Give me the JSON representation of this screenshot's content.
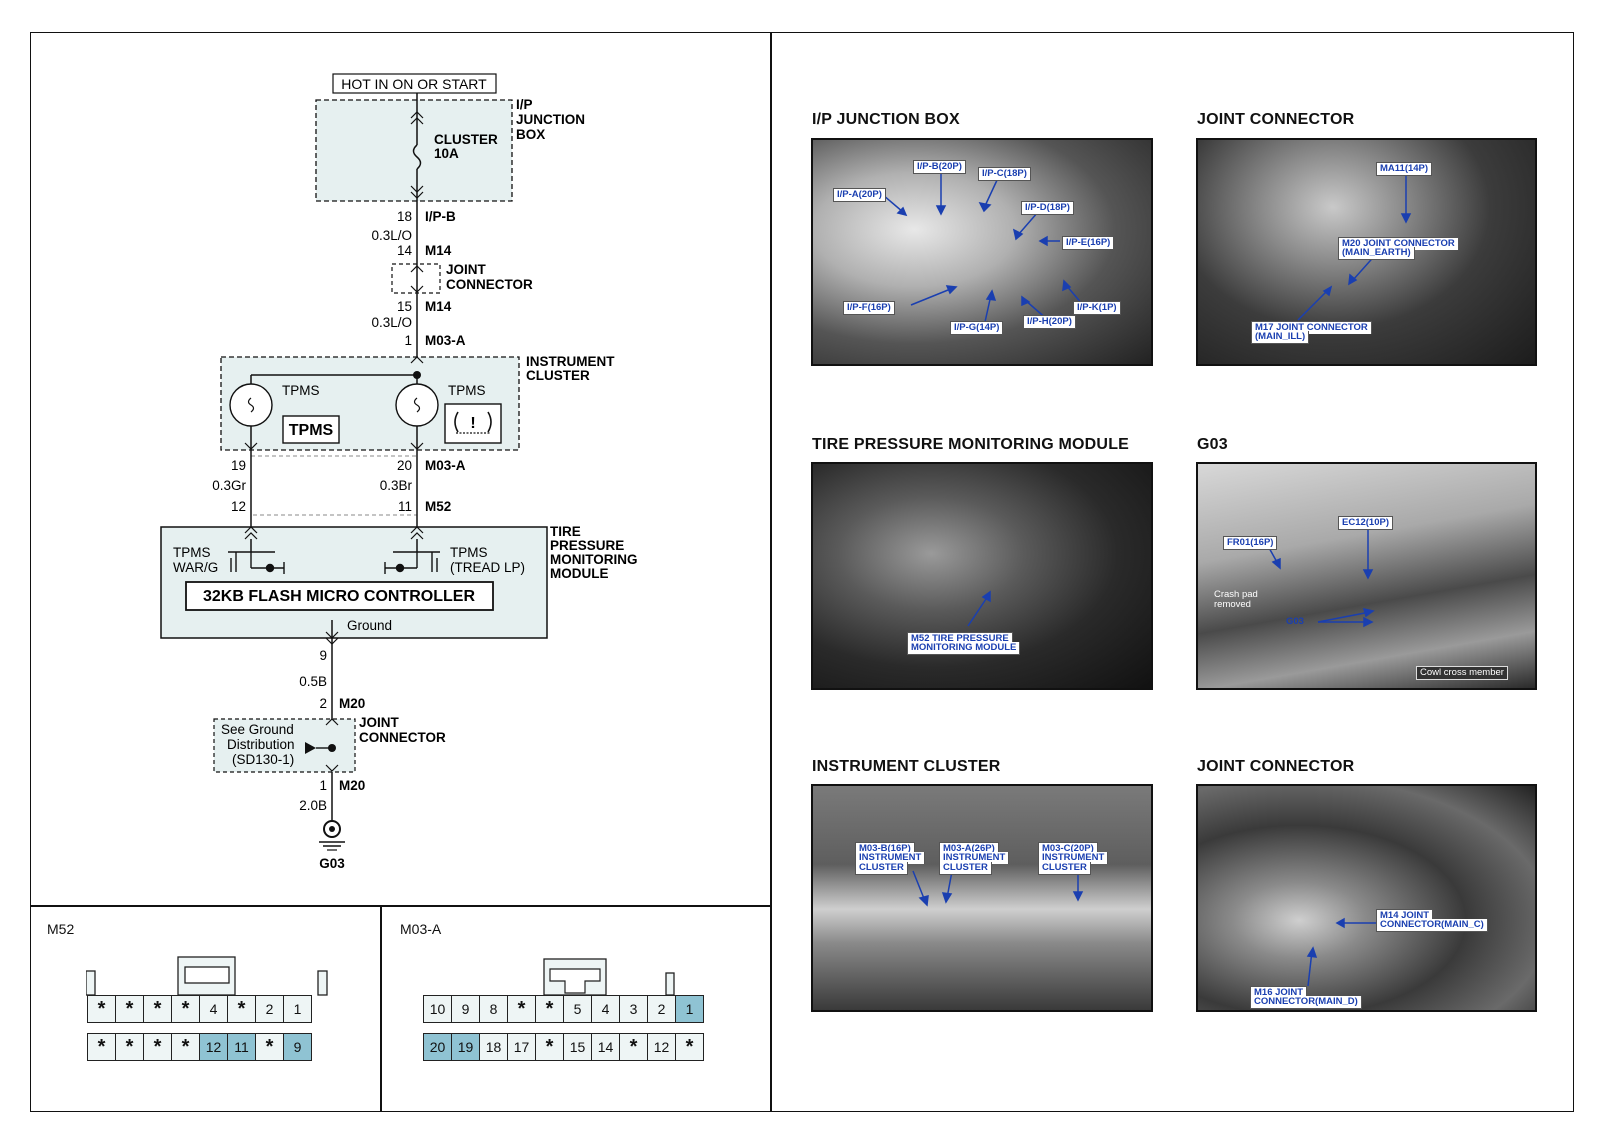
{
  "schematic": {
    "power_source": "HOT IN ON OR START",
    "junction_box": {
      "name_lines": [
        "I/P",
        "JUNCTION",
        "BOX"
      ],
      "fuse_lines": [
        "CLUSTER",
        "10A"
      ]
    },
    "wires": {
      "pin18": "18",
      "conn_ipb": "I/P-B",
      "wire1": "0.3L/O",
      "pin14": "14",
      "conn_m14a": "M14",
      "joint1_lines": [
        "JOINT",
        "CONNECTOR"
      ],
      "pin15": "15",
      "conn_m14b": "M14",
      "wire2": "0.3L/O",
      "pin1": "1",
      "conn_m03a": "M03-A"
    },
    "cluster": {
      "name_lines": [
        "INSTRUMENT",
        "CLUSTER"
      ],
      "lamp_left_label": "TPMS",
      "lamp_right_label": "TPMS",
      "tpms_box": "TPMS",
      "pin19": "19",
      "pin20": "20",
      "conn": "M03-A",
      "wire_left": "0.3Gr",
      "wire_right": "0.3Br"
    },
    "module": {
      "pin12": "12",
      "pin11": "11",
      "conn": "M52",
      "name_lines": [
        "TIRE",
        "PRESSURE",
        "MONITORING",
        "MODULE"
      ],
      "left_label_lines": [
        "TPMS",
        "WAR/G"
      ],
      "right_label_lines": [
        "TPMS",
        "(TREAD LP)"
      ],
      "controller": "32KB FLASH MICRO CONTROLLER",
      "ground": "Ground"
    },
    "ground_path": {
      "pin9": "9",
      "wire": "0.5B",
      "pin2": "2",
      "conn_a": "M20",
      "joint_lines": [
        "JOINT",
        "CONNECTOR"
      ],
      "see_lines": [
        "See Ground",
        "Distribution",
        "(SD130-1)"
      ],
      "pin1": "1",
      "conn_b": "M20",
      "wire2": "2.0B",
      "ground_name": "G03"
    }
  },
  "connectors": {
    "m52": {
      "title": "M52",
      "top_row": [
        "*",
        "*",
        "*",
        "*",
        "4",
        "*",
        "2",
        "1"
      ],
      "bottom_row": [
        "*",
        "*",
        "*",
        "*",
        "12",
        "11",
        "*",
        "9"
      ],
      "highlight": [
        "12",
        "11",
        "9"
      ]
    },
    "m03a": {
      "title": "M03-A",
      "top_row": [
        "10",
        "9",
        "8",
        "*",
        "*",
        "5",
        "4",
        "3",
        "2",
        "1"
      ],
      "bottom_row": [
        "20",
        "19",
        "18",
        "17",
        "*",
        "15",
        "14",
        "*",
        "12",
        "*"
      ],
      "highlight": [
        "1",
        "20",
        "19"
      ]
    }
  },
  "photos": {
    "ip_junction_box": {
      "title": "I/P JUNCTION BOX",
      "tags": [
        "I/P-B(20P)",
        "I/P-C(18P)",
        "I/P-A(20P)",
        "I/P-D(18P)",
        "I/P-E(16P)",
        "I/P-F(16P)",
        "I/P-K(1P)",
        "I/P-G(14P)",
        "I/P-H(20P)"
      ]
    },
    "joint_connector_1": {
      "title": "JOINT CONNECTOR",
      "tags": [
        "MA11(14P)",
        "M20 JOINT CONNECTOR",
        "(MAIN_EARTH)",
        "M17 JOINT CONNECTOR",
        "(MAIN_ILL)"
      ]
    },
    "tpms_module": {
      "title": "TIRE PRESSURE MONITORING MODULE",
      "tags": [
        "M52 TIRE PRESSURE",
        "MONITORING MODULE"
      ]
    },
    "g03": {
      "title": "G03",
      "tags": [
        "FR01(16P)",
        "EC12(10P)",
        "Crash pad",
        "removed",
        "G03",
        "Cowl cross member"
      ]
    },
    "instrument_cluster": {
      "title": "INSTRUMENT CLUSTER",
      "tags": [
        "M03-B(16P)",
        "INSTRUMENT",
        "CLUSTER",
        "M03-A(26P)",
        "INSTRUMENT",
        "CLUSTER",
        "M03-C(20P)",
        "INSTRUMENT",
        "CLUSTER"
      ]
    },
    "joint_connector_2": {
      "title": "JOINT CONNECTOR",
      "tags": [
        "M14 JOINT",
        "CONNECTOR(MAIN_C)",
        "M16 JOINT",
        "CONNECTOR(MAIN_D)"
      ]
    }
  },
  "colors": {
    "module_fill": "#e8f1f1",
    "pin_highlight": "#8fc3d3",
    "tag_text": "#1a3fb0"
  }
}
